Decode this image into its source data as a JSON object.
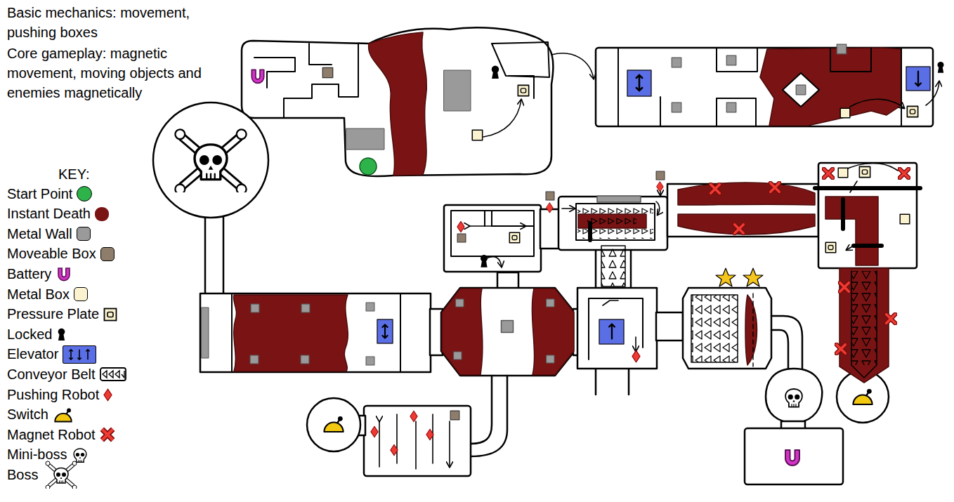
{
  "diagram": {
    "labels": [
      "Basic mechanics: movement, pushing boxes",
      "Core gameplay: magnetic movement, moving objects and enemies magnetically",
      "KEY:"
    ],
    "legend": [
      {
        "text": "Start Point",
        "color": "#2db34a"
      },
      {
        "text": "Instant Death",
        "color": "#7a1414"
      },
      {
        "text": "Metal Wall",
        "color": "#9a9a9a"
      },
      {
        "text": "Moveable Box",
        "color": "#8f7d6c"
      },
      {
        "text": "Battery"
      },
      {
        "text": "Metal Box",
        "color": "#fbf3d0"
      },
      {
        "text": "Pressure Plate"
      },
      {
        "text": "Locked"
      },
      {
        "text": "Elevator",
        "color": "#5a6fe6"
      },
      {
        "text": "Conveyor Belt"
      },
      {
        "text": "Pushing Robot"
      },
      {
        "text": "Switch"
      },
      {
        "text": "Magnet Robot"
      },
      {
        "text": "Mini-boss"
      },
      {
        "text": "Boss"
      }
    ]
  }
}
